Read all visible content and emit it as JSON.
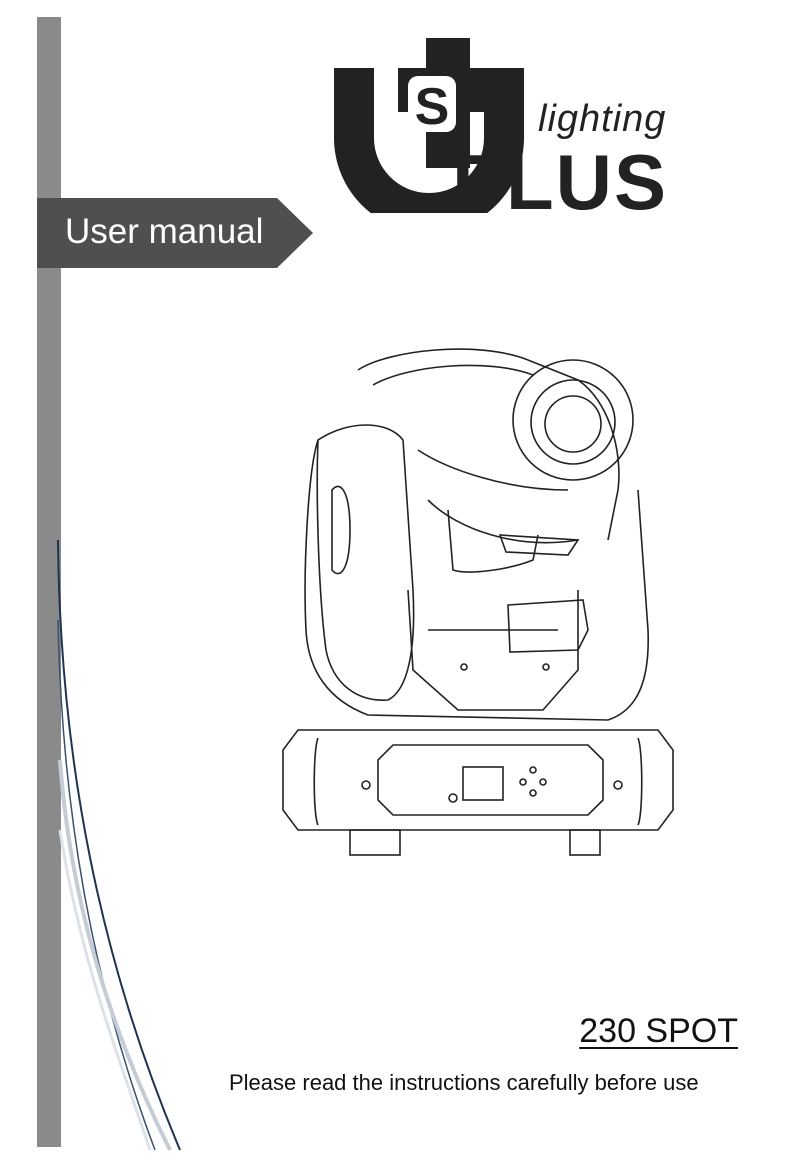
{
  "banner": {
    "title": "User manual"
  },
  "brand": {
    "word": "lighting",
    "name": "PLUS",
    "mark_letter": "S"
  },
  "product": {
    "model": "230 SPOT",
    "instruction": "Please read the instructions carefully before use"
  },
  "colors": {
    "sidebar": "#8a8a8a",
    "banner": "#4f4f4f",
    "ink": "#222222",
    "curve_navy": "#1f3450",
    "curve_light": "#c5ccd6"
  }
}
